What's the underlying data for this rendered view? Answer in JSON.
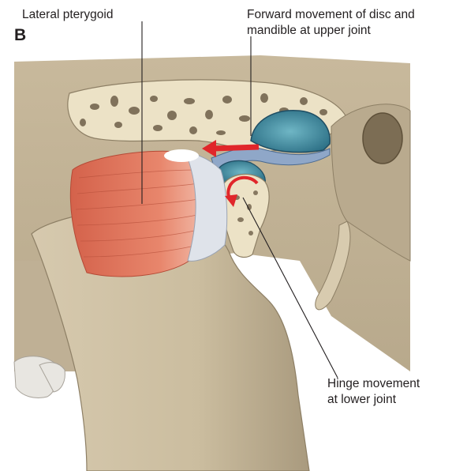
{
  "figure": {
    "panel_letter": "B",
    "labels": {
      "lateral_pterygoid": "Lateral pterygoid",
      "forward_movement": "Forward movement of disc and\nmandible at upper joint",
      "hinge_movement": "Hinge movement\nat lower joint"
    },
    "colors": {
      "bone": "#cfc1a5",
      "bone_light": "#ece2c6",
      "bone_shadow": "#9c8d72",
      "muscle": "#e07a62",
      "tendon": "#dfe3ea",
      "synovial": "#3f8fa5",
      "disc": "#8fa7c8",
      "arrow": "#e0262a",
      "leader": "#231f20"
    }
  }
}
